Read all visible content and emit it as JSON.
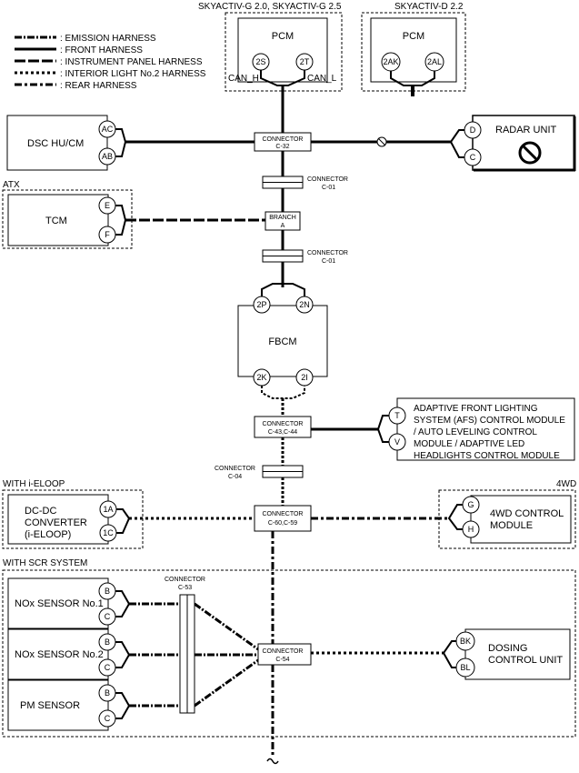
{
  "legend": [
    {
      "label": ": EMISSION HARNESS",
      "style": "emission"
    },
    {
      "label": ": FRONT HARNESS",
      "style": "front"
    },
    {
      "label": ": INSTRUMENT PANEL HARNESS",
      "style": "instrument"
    },
    {
      "label": ": INTERIOR LIGHT No.2 HARNESS",
      "style": "interior"
    },
    {
      "label": ": REAR HARNESS",
      "style": "rear"
    }
  ],
  "pcm_g": {
    "group": "SKYACTIV-G 2.0, SKYACTIV-G 2.5",
    "title": "PCM",
    "pin1": "2S",
    "pin2": "2T",
    "can_h": "CAN_H",
    "can_l": "CAN_L"
  },
  "pcm_d": {
    "group": "SKYACTIV-D 2.2",
    "title": "PCM",
    "pin1": "2AK",
    "pin2": "2AL"
  },
  "dsc": {
    "title": "DSC HU/CM",
    "pin1": "AC",
    "pin2": "AB"
  },
  "radar": {
    "title": "RADAR UNIT",
    "pin1": "D",
    "pin2": "C"
  },
  "conn_c32": {
    "line1": "CONNECTOR",
    "line2": "C-32"
  },
  "conn_c01a": {
    "line1": "CONNECTOR",
    "line2": "C-01"
  },
  "atx": {
    "group": "ATX",
    "title": "TCM",
    "pin1": "E",
    "pin2": "F"
  },
  "branch_a": {
    "line1": "BRANCH",
    "line2": "A"
  },
  "conn_c01b": {
    "line1": "CONNECTOR",
    "line2": "C-01"
  },
  "fbcm": {
    "title": "FBCM",
    "pin_top1": "2P",
    "pin_top2": "2N",
    "pin_bot1": "2K",
    "pin_bot2": "2I"
  },
  "conn_c43": {
    "line1": "CONNECTOR",
    "line2": "C-43,C-44"
  },
  "afs": {
    "lines": [
      "ADAPTIVE FRONT LIGHTING",
      "SYSTEM (AFS) CONTROL MODULE",
      "/ AUTO LEVELING CONTROL",
      "MODULE / ADAPTIVE LED",
      "HEADLIGHTS CONTROL MODULE"
    ],
    "pin1": "T",
    "pin2": "V"
  },
  "conn_c04": {
    "line1": "CONNECTOR",
    "line2": "C-04"
  },
  "ieloop": {
    "group": "WITH i-ELOOP",
    "lines": [
      "DC-DC",
      "CONVERTER",
      "(i-ELOOP)"
    ],
    "pin1": "1A",
    "pin2": "1C"
  },
  "conn_c60": {
    "line1": "CONNECTOR",
    "line2": "C-60,C-59"
  },
  "awd": {
    "group": "4WD",
    "lines": [
      "4WD CONTROL",
      "MODULE"
    ],
    "pin1": "G",
    "pin2": "H"
  },
  "scr": {
    "group": "WITH SCR SYSTEM"
  },
  "conn_c53": {
    "line1": "CONNECTOR",
    "line2": "C-53"
  },
  "nox1": {
    "title": "NOx SENSOR No.1",
    "pin1": "B",
    "pin2": "C"
  },
  "nox2": {
    "title": "NOx SENSOR No.2",
    "pin1": "B",
    "pin2": "C"
  },
  "pm": {
    "title": "PM SENSOR",
    "pin1": "B",
    "pin2": "C"
  },
  "conn_c54": {
    "line1": "CONNECTOR",
    "line2": "C-54"
  },
  "dosing": {
    "lines": [
      "DOSING",
      "CONTROL UNIT"
    ],
    "pin1": "BK",
    "pin2": "BL"
  }
}
